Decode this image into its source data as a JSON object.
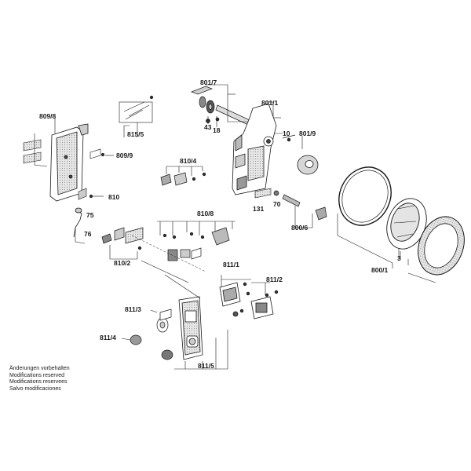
{
  "labels": {
    "p801_7": "801/7",
    "p801_1": "801/1",
    "p43": "43",
    "p18": "18",
    "p10": "10",
    "p801_9": "801/9",
    "p815_5": "815/5",
    "p809_8": "809/8",
    "p809_9": "809/9",
    "p810_4": "810/4",
    "p810": "810",
    "p75": "75",
    "p76": "76",
    "p810_8": "810/8",
    "p810_2": "810/2",
    "p131": "131",
    "p70": "70",
    "p800_6": "800/6",
    "p800_1": "800/1",
    "p3": "3",
    "p811_1": "811/1",
    "p811_2": "811/2",
    "p811_3": "811/3",
    "p811_4": "811/4",
    "p811_5": "811/5"
  },
  "disclaimer": [
    "Änderungen vorbehalten",
    "Modifications reserved",
    "Modifications reservees",
    "Salvo modificaciones"
  ]
}
